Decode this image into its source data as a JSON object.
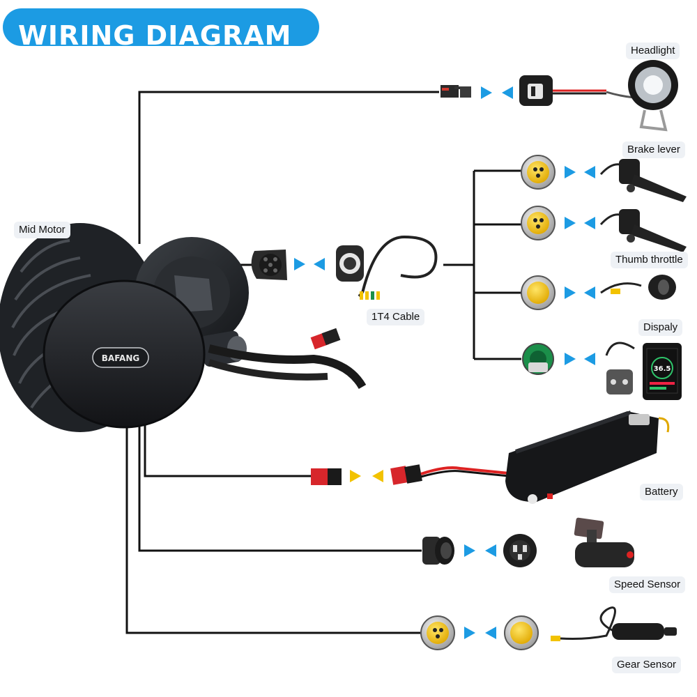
{
  "title": "WIRING DIAGRAM",
  "labels": {
    "mid_motor": "Mid Motor",
    "headlight": "Headlight",
    "brake_lever": "Brake lever",
    "thumb_throttle": "Thumb throttle",
    "display": "Dispaly",
    "battery": "Battery",
    "speed_sensor": "Speed Sensor",
    "gear_sensor": "Gear Sensor",
    "cable": "1T4 Cable"
  },
  "motor_brand": "BAFANG",
  "display_screen_value": "36.5",
  "colors": {
    "title_bg": "#1c9be3",
    "arrow_blue": "#1c9be3",
    "arrow_battery": "#f2c200",
    "wire": "#111111",
    "connector_yellow": "#f2c200",
    "connector_green": "#1b8f4a",
    "connector_red": "#e43b3b",
    "label_bg": "#eef1f5"
  }
}
